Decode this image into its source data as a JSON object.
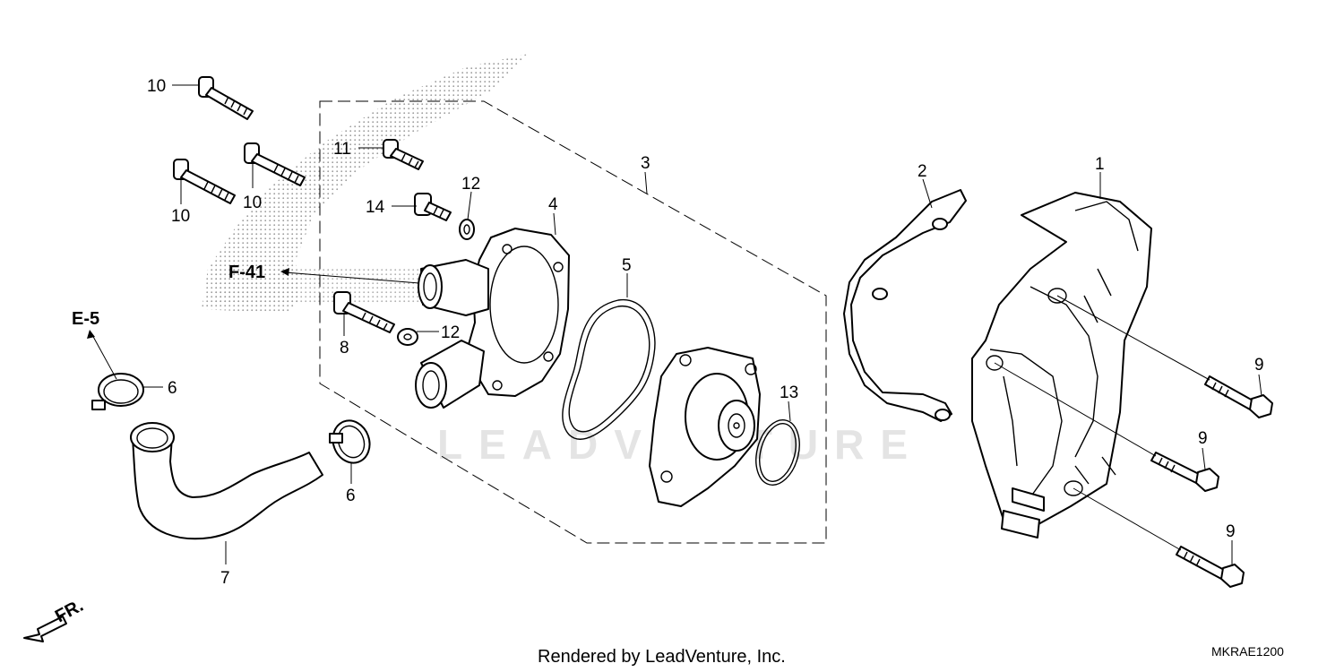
{
  "callouts": {
    "c1": "1",
    "c2": "2",
    "c3": "3",
    "c4": "4",
    "c5": "5",
    "c6a": "6",
    "c6b": "6",
    "c7": "7",
    "c8": "8",
    "c9a": "9",
    "c9b": "9",
    "c9c": "9",
    "c10a": "10",
    "c10b": "10",
    "c10c": "10",
    "c11": "11",
    "c12a": "12",
    "c12b": "12",
    "c13": "13",
    "c14": "14"
  },
  "references": {
    "f41": "F-41",
    "e5": "E-5",
    "front": "FR."
  },
  "watermark": "LEADVENTURE",
  "footer": {
    "credit": "Rendered by LeadVenture, Inc.",
    "code": "MKRAE1200"
  },
  "colors": {
    "ink": "#000000",
    "stipple": "#9a9a9a",
    "watermark": "#e4e4e4"
  }
}
